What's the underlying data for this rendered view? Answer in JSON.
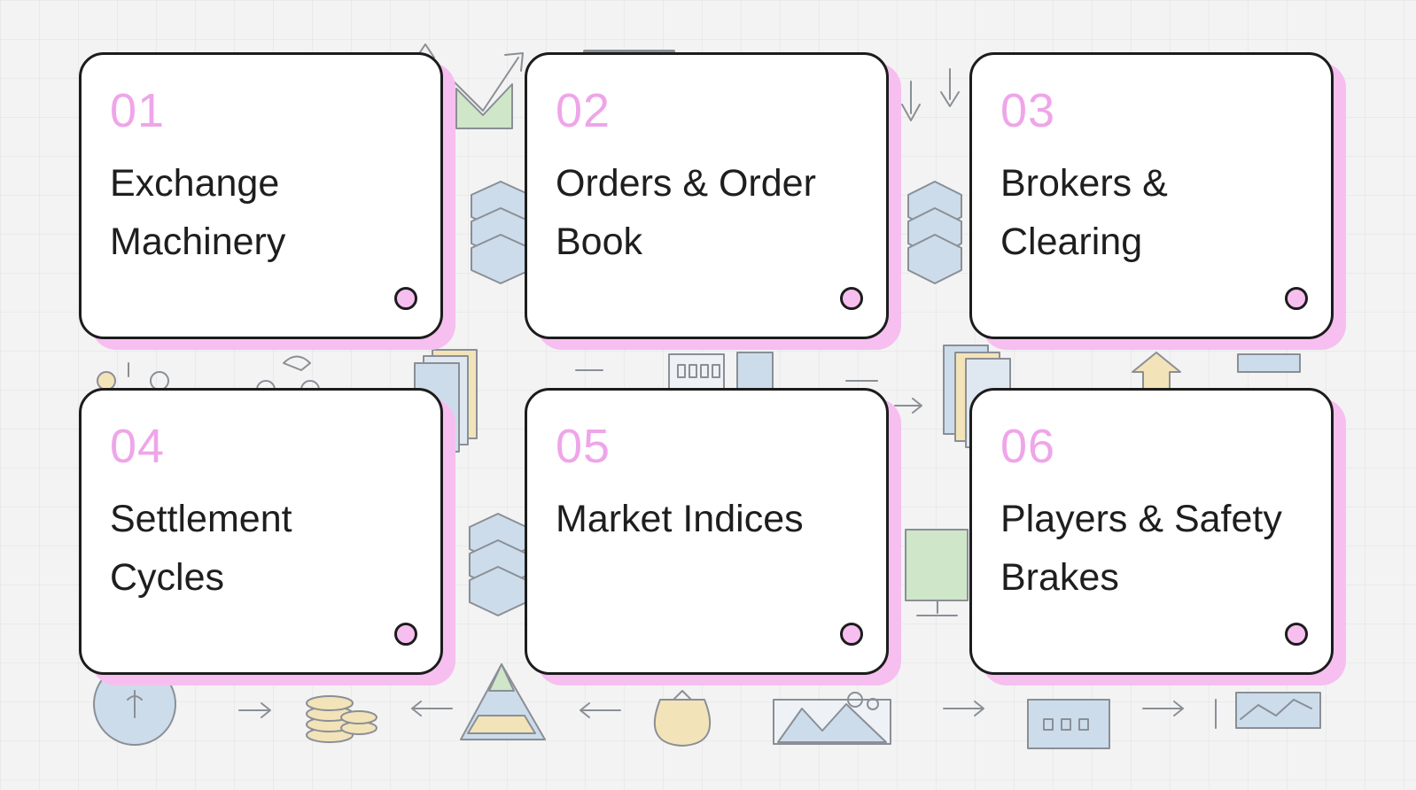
{
  "accent_color": "#f6bff0",
  "number_color": "#efa5e9",
  "cards": [
    {
      "num": "01",
      "title_lines": [
        "Exchange",
        "Machinery"
      ]
    },
    {
      "num": "02",
      "title_lines": [
        "Orders & Order",
        "Book"
      ]
    },
    {
      "num": "03",
      "title_lines": [
        "Brokers &",
        "Clearing"
      ]
    },
    {
      "num": "04",
      "title_lines": [
        "Settlement",
        "Cycles"
      ]
    },
    {
      "num": "05",
      "title_lines": [
        "Market Indices"
      ]
    },
    {
      "num": "06",
      "title_lines": [
        "Players & Safety",
        "Brakes"
      ]
    }
  ],
  "background_icons": [
    "chart-icon",
    "server-icon",
    "document-stack-icon",
    "building-icon",
    "arrow-icon",
    "coin-stack-icon",
    "pyramid-icon",
    "money-bag-icon",
    "mountain-chart-icon",
    "monitor-icon",
    "people-icon"
  ]
}
